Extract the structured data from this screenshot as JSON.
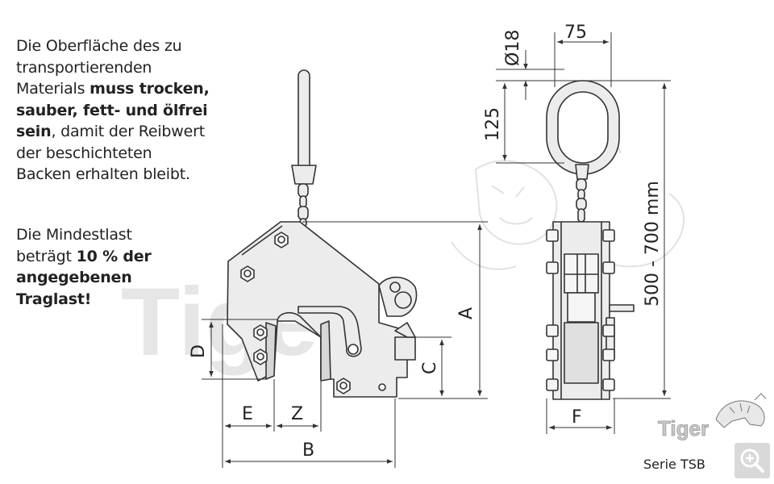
{
  "notes": {
    "surface": {
      "line1": "Die Oberfläche des zu",
      "line2": "transportierenden",
      "line3_prefix": "Materials ",
      "line3_bold": "muss trocken,",
      "line4_bold": "sauber, fett- und ölfrei",
      "line5_bold": "sein",
      "line5_rest": ", damit der Reibwert",
      "line6": "der beschichteten",
      "line7": "Backen erhalten bleibt."
    },
    "minload": {
      "line1": "Die Mindestlast",
      "line2_prefix": "beträgt ",
      "line2_bold": "10 % der",
      "line3_bold": "angegebenen",
      "line4_bold": "Traglast!"
    }
  },
  "dimensions": {
    "diameter": "Ø18",
    "width_75": "75",
    "height_125": "125",
    "overall": "500 - 700 mm",
    "A": "A",
    "B": "B",
    "C": "C",
    "D": "D",
    "E": "E",
    "Z": "Z",
    "F": "F"
  },
  "brand": {
    "watermark": "Tiger",
    "logo_text": "Tiger"
  },
  "series_label": "Serie TSB",
  "icons": {
    "zoom": "zoom-in-icon",
    "logo": "tiger-logo-icon"
  },
  "colors": {
    "line": "#333333",
    "fill": "#ececec",
    "watermark": "#e3e3e3",
    "zoom_bg": "#d9d9d9"
  }
}
